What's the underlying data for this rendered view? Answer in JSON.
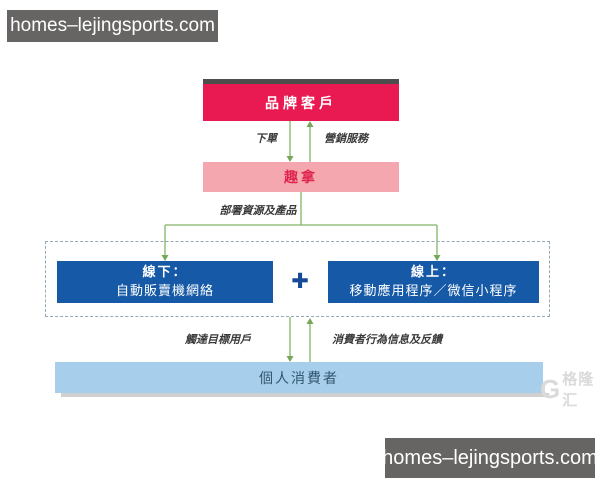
{
  "banners": {
    "top": "homes–lejingsports.com",
    "bottom": "homes–lejingsports.com"
  },
  "diagram": {
    "brand_box": {
      "label": "品牌客戶",
      "bg": "#E91A51",
      "text_color": "#FFFFFF"
    },
    "quna_box": {
      "label": "趣拿",
      "bg": "#F4A7AF",
      "text_color": "#E0244E"
    },
    "offline_box": {
      "line1": "線下：",
      "line2": "自動販賣機網絡",
      "bg": "#1659A7",
      "text_color": "#FFFFFF"
    },
    "plus": "✚",
    "online_box": {
      "line1": "線上：",
      "line2": "移動應用程序／微信小程序",
      "bg": "#1659A7",
      "text_color": "#FFFFFF"
    },
    "consumer_box": {
      "label": "個人消費者",
      "bg": "#A7CEEB",
      "text_color": "#31566F"
    },
    "edge_labels": {
      "order": "下單",
      "marketing": "營銷服務",
      "deploy": "部署資源及產品",
      "reach": "觸達目標用戶",
      "feedback": "消費者行為信息及反饋"
    },
    "colors": {
      "arrow_green": "#82B366",
      "dashed_border": "#93A7B7",
      "banner_gray": "#666564",
      "top_strip_gray": "#4D4D4D",
      "plus_blue": "#17499B"
    }
  },
  "watermark": {
    "logo": "G",
    "text": "格隆汇"
  }
}
